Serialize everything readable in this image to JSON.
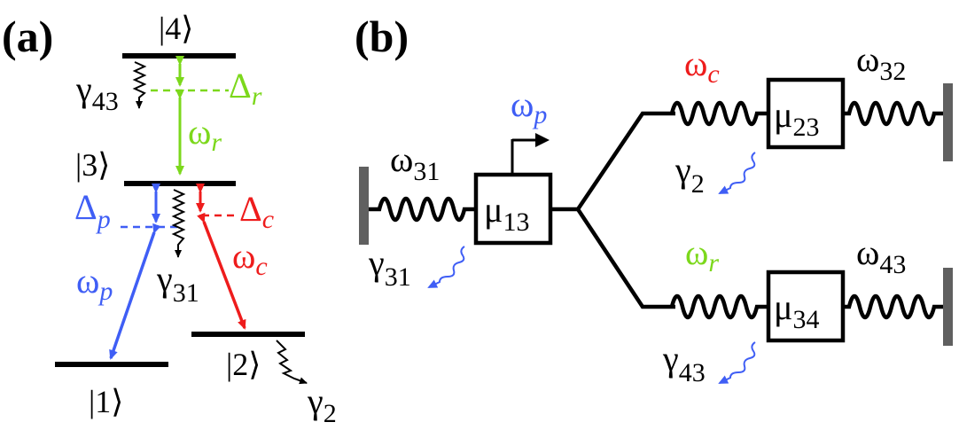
{
  "colors": {
    "black": "#000000",
    "blue": "#3f5ef5",
    "red": "#ee1c1c",
    "green": "#7cd81c",
    "gray": "#606060"
  },
  "panel_a": {
    "label": "(a)",
    "levels": {
      "l4": "|4⟩",
      "l3": "|3⟩",
      "l2": "|2⟩",
      "l1": "|1⟩"
    },
    "decays": {
      "g43": {
        "base": "γ",
        "sub": "43"
      },
      "g31": {
        "base": "γ",
        "sub": "31"
      },
      "g2": {
        "base": "γ",
        "sub": "2"
      }
    },
    "detunings": {
      "r": {
        "base": "Δ",
        "sub": "r"
      },
      "c": {
        "base": "Δ",
        "sub": "c"
      },
      "p": {
        "base": "Δ",
        "sub": "p"
      }
    },
    "fields": {
      "r": {
        "base": "ω",
        "sub": "r"
      },
      "c": {
        "base": "ω",
        "sub": "c"
      },
      "p": {
        "base": "ω",
        "sub": "p"
      }
    }
  },
  "panel_b": {
    "label": "(b)",
    "masses": {
      "m13": {
        "base": "μ",
        "sub": "13"
      },
      "m23": {
        "base": "μ",
        "sub": "23"
      },
      "m34": {
        "base": "μ",
        "sub": "34"
      }
    },
    "springs": {
      "w31": {
        "base": "ω",
        "sub": "31"
      },
      "w32": {
        "base": "ω",
        "sub": "32"
      },
      "w43": {
        "base": "ω",
        "sub": "43"
      },
      "wc": {
        "base": "ω",
        "sub": "c"
      },
      "wr": {
        "base": "ω",
        "sub": "r"
      }
    },
    "drive": {
      "base": "ω",
      "sub": "p"
    },
    "dampings": {
      "g31": {
        "base": "γ",
        "sub": "31"
      },
      "g2": {
        "base": "γ",
        "sub": "2"
      },
      "g43": {
        "base": "γ",
        "sub": "43"
      }
    }
  }
}
